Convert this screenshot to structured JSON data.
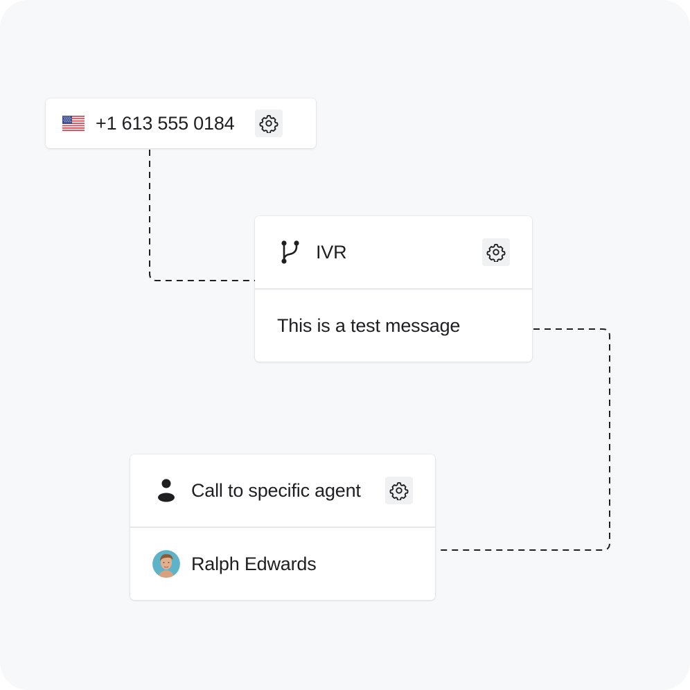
{
  "phone_node": {
    "flag_icon": "us-flag-icon",
    "number": "+1 613 555 0184",
    "settings_icon": "gear-icon"
  },
  "ivr_node": {
    "icon": "branch-icon",
    "title": "IVR",
    "settings_icon": "gear-icon",
    "message": "This is a test message"
  },
  "agent_node": {
    "icon": "person-icon",
    "title": "Call to specific agent",
    "settings_icon": "gear-icon",
    "agent_name": "Ralph Edwards"
  },
  "colors": {
    "canvas_background": "#f7f8fa",
    "card_background": "#ffffff",
    "connector": "#1f1f22",
    "text": "#1f1f22",
    "button_background": "#f0f1f3"
  }
}
